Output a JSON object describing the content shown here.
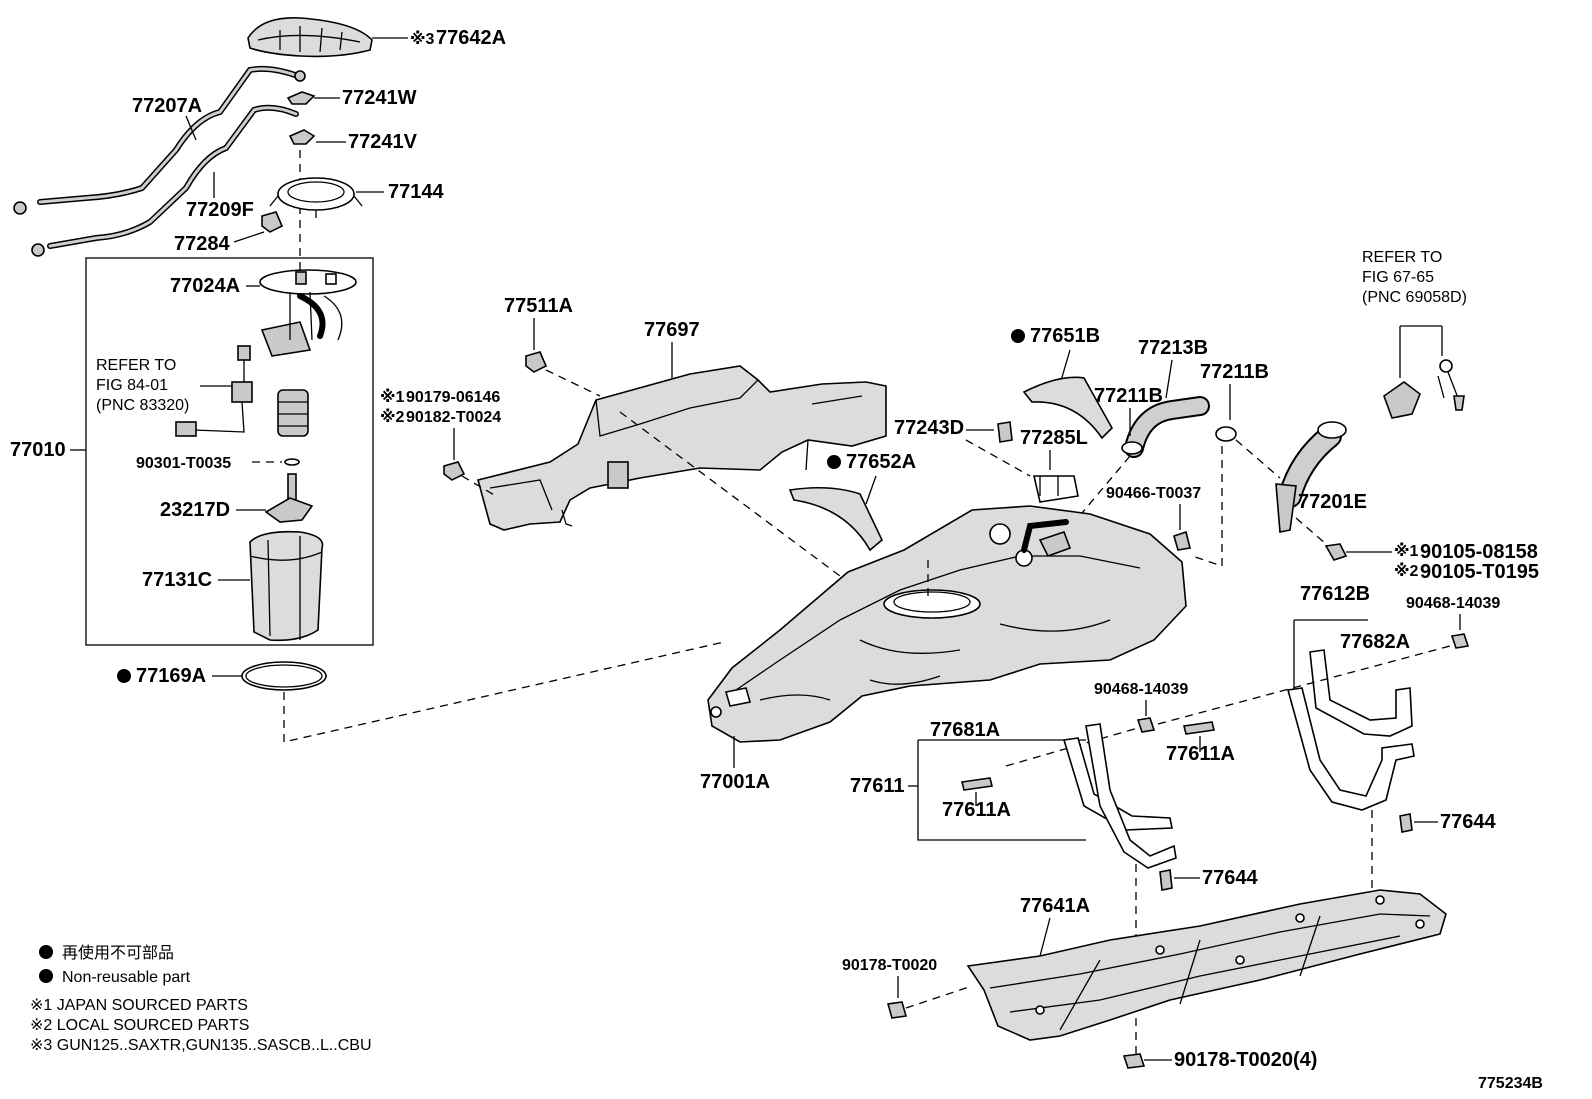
{
  "diagram": {
    "labels": {
      "p77642A": "77642A",
      "p77207A": "77207A",
      "p77241W": "77241W",
      "p77241V": "77241V",
      "p77144": "77144",
      "p77209F": "77209F",
      "p77284": "77284",
      "p77024A": "77024A",
      "p77010": "77010",
      "p90301": "90301-T0035",
      "p23217D": "23217D",
      "p77131C": "77131C",
      "p77169A": "77169A",
      "p77511A": "77511A",
      "p77697": "77697",
      "p90179": "90179-06146",
      "p90182": "90182-T0024",
      "p77651B": "77651B",
      "p77652A": "77652A",
      "p77243D": "77243D",
      "p77285L": "77285L",
      "p77213B": "77213B",
      "p77211B_a": "77211B",
      "p77211B_b": "77211B",
      "p90466": "90466-T0037",
      "p77201E": "77201E",
      "p90105a": "90105-08158",
      "p90105b": "90105-T0195",
      "p77612B": "77612B",
      "p90468a": "90468-14039",
      "p77682A": "77682A",
      "p90468b": "90468-14039",
      "p77611A_a": "77611A",
      "p77681A": "77681A",
      "p77611": "77611",
      "p77611A_b": "77611A",
      "p77644_a": "77644",
      "p77644_b": "77644",
      "p77001A": "77001A",
      "p77641A": "77641A",
      "p90178a": "90178-T0020",
      "p90178b": "90178-T0020(4)",
      "code": "775234B"
    },
    "marks": {
      "m1": "※1",
      "m2": "※2",
      "m3": "※3"
    },
    "refer_pump": {
      "line1": "REFER TO",
      "line2": "FIG 84-01",
      "line3": "(PNC 83320)"
    },
    "refer_cap": {
      "line1": "REFER TO",
      "line2": "FIG 67-65",
      "line3": "(PNC 69058D)"
    },
    "legend": {
      "jp": "再使用不可部品",
      "en": "Non-reusable part",
      "n1": "※1 JAPAN SOURCED PARTS",
      "n2": "※2 LOCAL SOURCED PARTS",
      "n3": "※3 GUN125..SAXTR,GUN135..SASCB..L..CBU"
    }
  }
}
